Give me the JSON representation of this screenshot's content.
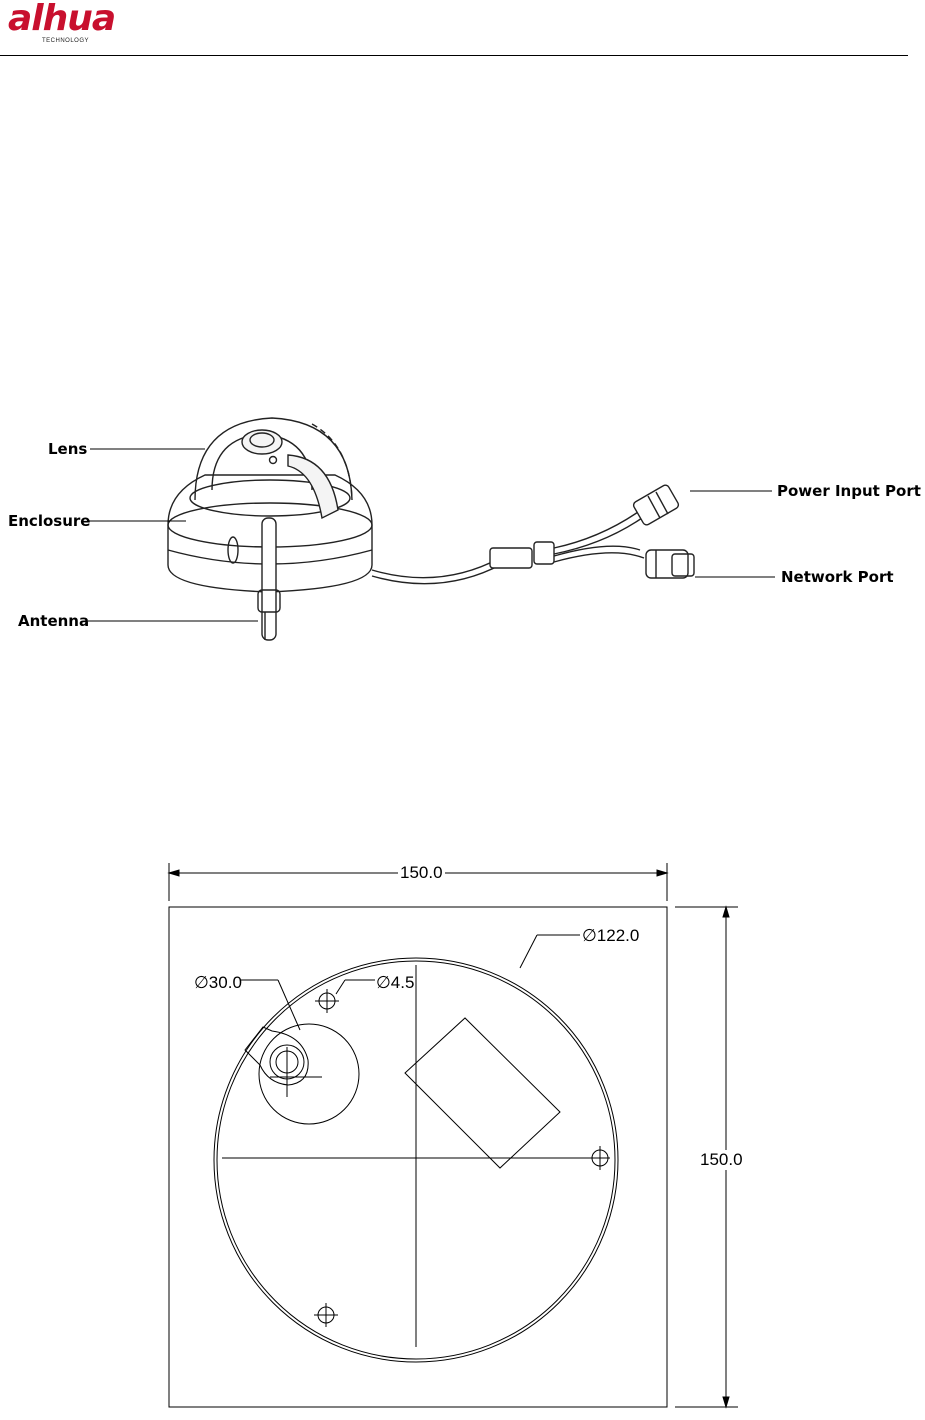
{
  "header": {
    "logo_text": "alhua",
    "logo_subtext": "TECHNOLOGY"
  },
  "figure_components": {
    "labels": {
      "lens": "Lens",
      "enclosure": "Enclosure",
      "antenna": "Antenna",
      "power_input_port": "Power Input Port",
      "network_port": "Network Port"
    }
  },
  "figure_dimensions": {
    "width": "150.0",
    "height": "150.0",
    "circle_diameter": "∅122.0",
    "hole_diameter": "∅4.5",
    "cable_hole_diameter": "∅30.0"
  }
}
